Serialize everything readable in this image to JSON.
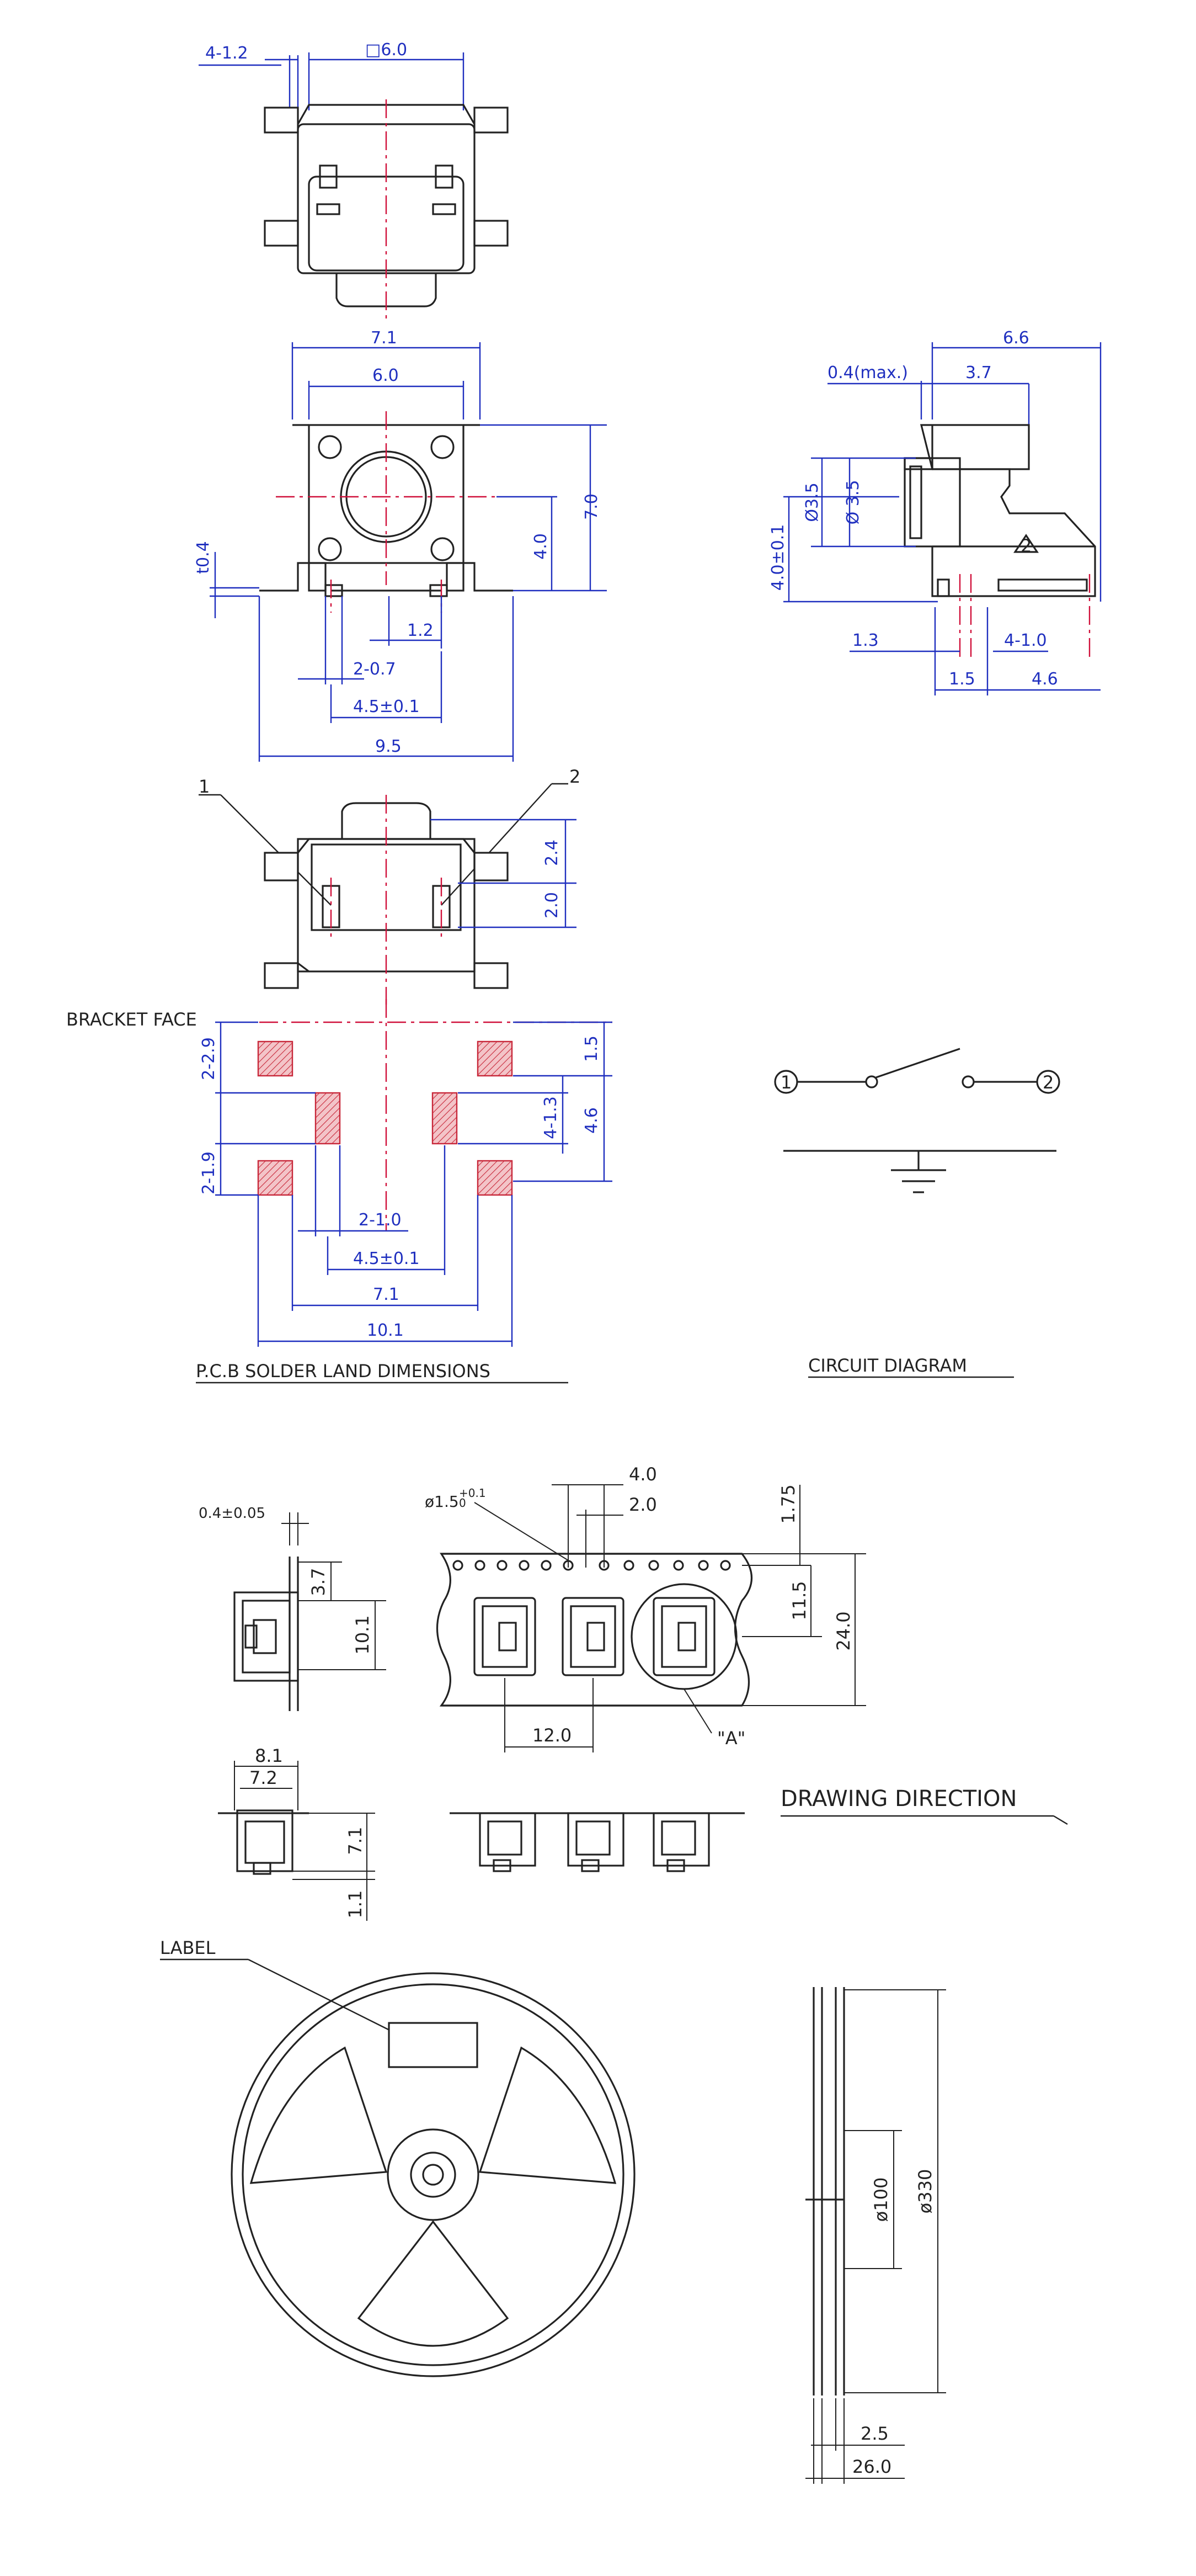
{
  "colors": {
    "outline": "#222222",
    "dimension": "#1f2fbf",
    "center": "#d0103a",
    "pad_fill": "#f3c4c8",
    "pad_hatch": "#c8283a"
  },
  "top_view": {
    "dims": {
      "pitch": "4-1.2",
      "square": "□6.0"
    }
  },
  "front_view": {
    "dims": {
      "width": "7.1",
      "body": "6.0",
      "height": "7.0",
      "height2": "4.0",
      "thick": "t0.4",
      "gap": "1.2",
      "pin": "2-0.7",
      "pin_pitch": "4.5±0.1",
      "total": "9.5"
    }
  },
  "side_view": {
    "dims": {
      "depth": "6.6",
      "max": "0.4(max.)",
      "d37": "3.7",
      "dia1": "Ø3.5",
      "dia2": "Ø 3.5",
      "h": "4.0±0.1",
      "d13": "1.3",
      "d15": "1.5",
      "d46": "4.6",
      "d410": "4-1.0",
      "mark": "2"
    }
  },
  "bottom_view": {
    "pin1": "1",
    "pin2": "2",
    "dims": {
      "d24": "2.4",
      "d20": "2.0"
    }
  },
  "pcb": {
    "title": "P.C.B SOLDER LAND DIMENSIONS",
    "bracket": "BRACKET FACE",
    "dims": {
      "a": "2-2.9",
      "b": "2-1.9",
      "c": "1.5",
      "d": "4-1.3",
      "e": "4.6",
      "f": "2-1.0",
      "g": "4.5±0.1",
      "h": "7.1",
      "i": "10.1"
    }
  },
  "circuit": {
    "title": "CIRCUIT DIAGRAM",
    "t1": "1",
    "t2": "2"
  },
  "tape": {
    "dims": {
      "thick": "0.4±0.05",
      "d37": "3.7",
      "d101": "10.1",
      "hole": "ø1.5",
      "hole_tol": "+0.1",
      "hole_tol2": "0",
      "p40": "4.0",
      "p20": "2.0",
      "d175": "1.75",
      "d115": "11.5",
      "d240": "24.0",
      "d120": "12.0",
      "a81": "8.1",
      "a72": "7.2",
      "a71": "7.1",
      "a11": "1.1"
    },
    "detail": "\"A\"",
    "direction": "DRAWING DIRECTION"
  },
  "reel": {
    "label": "LABEL",
    "d100": "ø100",
    "d330": "ø330",
    "d25": "2.5",
    "d260": "26.0"
  }
}
